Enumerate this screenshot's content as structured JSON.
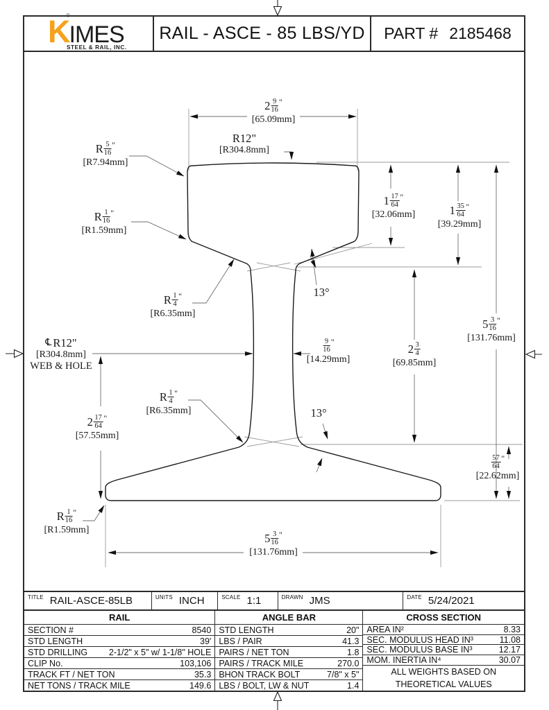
{
  "colors": {
    "logo_orange": "#F5A11C",
    "line": "#6e6e6e",
    "thin_line": "#9a9a9a"
  },
  "header": {
    "logo": {
      "k": "K",
      "rest": "IMES",
      "reg": "®",
      "sub": "STEEL & RAIL, INC."
    },
    "title": "RAIL - ASCE - 85 LBS/YD",
    "part_label": "PART #",
    "part_number": "2185468"
  },
  "dims": {
    "head_width": {
      "whole": "2",
      "num": "9",
      "den": "16",
      "unit": "\"",
      "mm": "[65.09mm]"
    },
    "crown_r": {
      "text": "R12\"",
      "mm": "[R304.8mm]"
    },
    "head_corner_r": {
      "pre": "R",
      "num": "5",
      "den": "16",
      "unit": "\"",
      "mm": "[R7.94mm]"
    },
    "head_lower_r": {
      "pre": "R",
      "num": "1",
      "den": "16",
      "unit": "\"",
      "mm": "[R1.59mm]"
    },
    "head_depth": {
      "whole": "1",
      "num": "17",
      "den": "64",
      "unit": "\"",
      "mm": "[32.06mm]"
    },
    "head_full_depth": {
      "whole": "1",
      "num": "35",
      "den": "64",
      "unit": "\"",
      "mm": "[39.29mm]"
    },
    "rail_height": {
      "whole": "5",
      "num": "3",
      "den": "16",
      "unit": "\"",
      "mm": "[131.76mm]"
    },
    "web_fillet_top": {
      "pre": "R",
      "num": "1",
      "den": "4",
      "unit": "\"",
      "mm": "[R6.35mm]"
    },
    "web_centerline": {
      "clsym": "℄",
      "text": "R12\"",
      "mm": "[R304.8mm]",
      "extra": "WEB & HOLE"
    },
    "web_width": {
      "num": "9",
      "den": "16",
      "unit": "\"",
      "mm": "[14.29mm]"
    },
    "web_depth": {
      "whole": "2",
      "num": "3",
      "den": "4",
      "mm": "[69.85mm]"
    },
    "angle_top": {
      "text": "13°"
    },
    "web_fillet_bottom": {
      "pre": "R",
      "num": "1",
      "den": "4",
      "unit": "\"",
      "mm": "[R6.35mm]"
    },
    "angle_bottom": {
      "text": "13°"
    },
    "base_to_center": {
      "whole": "2",
      "num": "17",
      "den": "64",
      "unit": "\"",
      "mm": "[57.55mm]"
    },
    "base_edge": {
      "num": "57",
      "den": "64",
      "unit": "\"",
      "mm": "[22.62mm]"
    },
    "base_corner_r": {
      "pre": "R",
      "num": "1",
      "den": "16",
      "unit": "\"",
      "mm": "[R1.59mm]"
    },
    "base_width": {
      "whole": "5",
      "num": "3",
      "den": "16",
      "unit": "\"",
      "mm": "[131.76mm]"
    }
  },
  "title_block": {
    "cells": [
      {
        "label": "TITLE",
        "value": "RAIL-ASCE-85LB"
      },
      {
        "label": "UNITS",
        "value": "INCH"
      },
      {
        "label": "SCALE",
        "value": "1:1"
      },
      {
        "label": "DRAWN",
        "value": "JMS"
      },
      {
        "label": "DATE",
        "value": "5/24/2021"
      }
    ]
  },
  "spec_table": {
    "columns": [
      {
        "header": "RAIL",
        "rows": [
          [
            "SECTION #",
            "8540"
          ],
          [
            "STD LENGTH",
            "39'"
          ],
          [
            "STD DRILLING",
            "2-1/2\" x 5\" w/ 1-1/8\"  HOLE"
          ],
          [
            "CLIP No.",
            "103,106"
          ],
          [
            "TRACK FT / NET TON",
            "35.3"
          ],
          [
            "NET TONS / TRACK MILE",
            "149.6"
          ]
        ]
      },
      {
        "header": "ANGLE BAR",
        "rows": [
          [
            "STD LENGTH",
            "20\""
          ],
          [
            "LBS / PAIR",
            "41.3"
          ],
          [
            "PAIRS / NET TON",
            "1.8"
          ],
          [
            "PAIRS / TRACK MILE",
            "270.0"
          ],
          [
            "BHON TRACK BOLT",
            "7/8\" x 5\""
          ],
          [
            "LBS / BOLT, LW & NUT",
            "1.4"
          ]
        ]
      },
      {
        "header": "CROSS SECTION",
        "rows": [
          [
            "AREA  IN²",
            "8.33"
          ],
          [
            "SEC. MODULUS HEAD  IN³",
            "11.08"
          ],
          [
            "SEC. MODULUS BASE  IN³",
            "12.17"
          ],
          [
            "MOM. INERTIA  IN⁴",
            "30.07"
          ]
        ],
        "note": [
          "ALL WEIGHTS BASED ON",
          "THEORETICAL VALUES"
        ]
      }
    ]
  }
}
